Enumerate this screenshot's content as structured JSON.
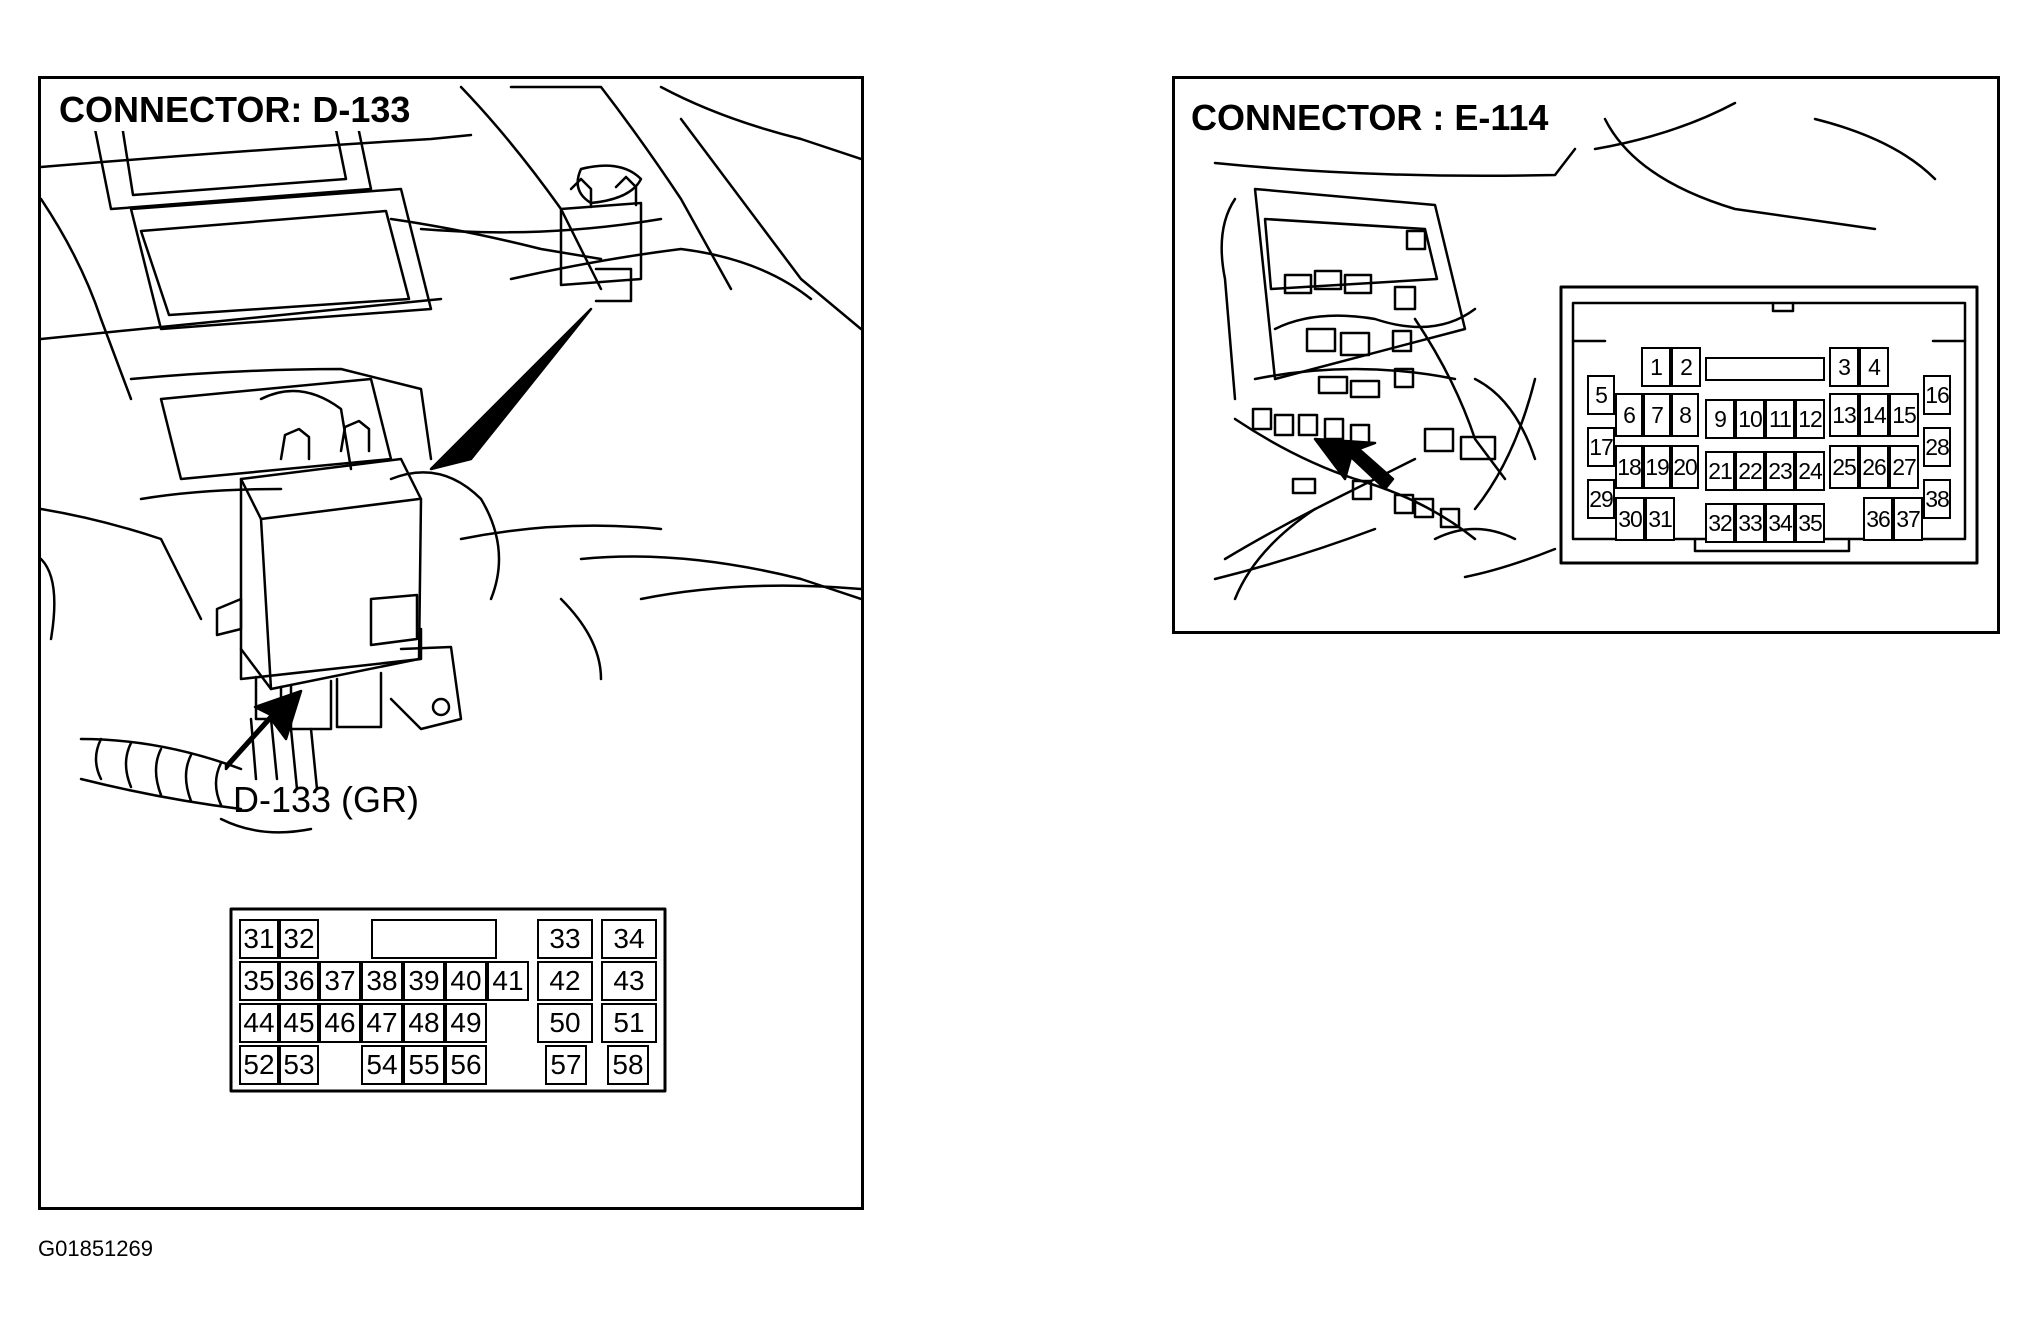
{
  "connector_d133": {
    "title": "CONNECTOR: D-133",
    "callout": "D-133 (GR)",
    "pins_row1": [
      "31",
      "32",
      "33",
      "34"
    ],
    "pins_row2": [
      "35",
      "36",
      "37",
      "38",
      "39",
      "40",
      "41",
      "42",
      "43"
    ],
    "pins_row3": [
      "44",
      "45",
      "46",
      "47",
      "48",
      "49",
      "50",
      "51"
    ],
    "pins_row4": [
      "52",
      "53",
      "54",
      "55",
      "56",
      "57",
      "58"
    ]
  },
  "connector_e114": {
    "title": "CONNECTOR : E-114",
    "pins": [
      "1",
      "2",
      "3",
      "4",
      "5",
      "6",
      "7",
      "8",
      "9",
      "10",
      "11",
      "12",
      "13",
      "14",
      "15",
      "16",
      "17",
      "18",
      "19",
      "20",
      "21",
      "22",
      "23",
      "24",
      "25",
      "26",
      "27",
      "28",
      "29",
      "30",
      "31",
      "32",
      "33",
      "34",
      "35",
      "36",
      "37",
      "38"
    ]
  },
  "figure_id": "G01851269"
}
